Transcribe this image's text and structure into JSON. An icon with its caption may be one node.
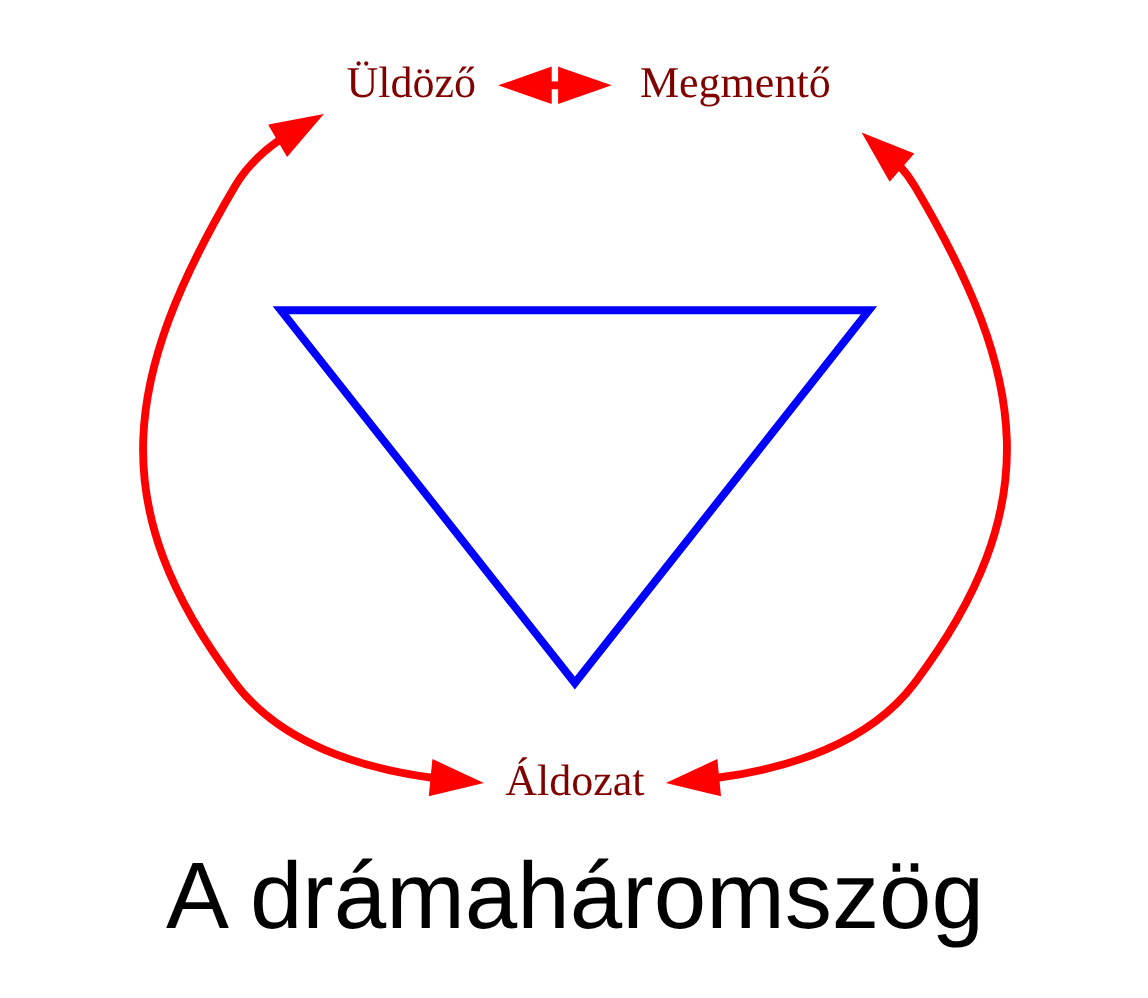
{
  "diagram": {
    "title": "A drámaháromszög",
    "nodes": [
      {
        "text": [
          "Üldöző"
        ]
      },
      {
        "text": [
          "Megmentő"
        ]
      },
      {
        "text": [
          "Áldozat"
        ]
      },
      {
        "text": [],
        "shape": "triangle"
      }
    ],
    "edges": [
      {
        "from": 0,
        "to": 1,
        "arrow": "both"
      },
      {
        "from": 0,
        "to": 2,
        "arrow": "both"
      },
      {
        "from": 1,
        "to": 2,
        "arrow": "both"
      }
    ]
  }
}
